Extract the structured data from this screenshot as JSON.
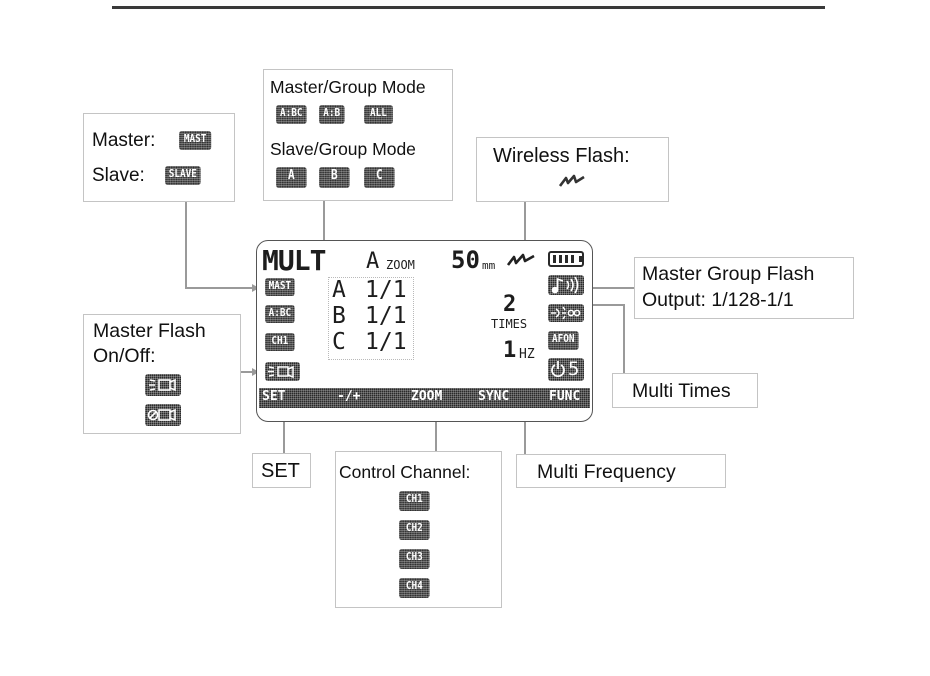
{
  "lcd": {
    "mode": "MULT",
    "zoom_mode": "A",
    "zoom_label": "ZOOM",
    "focal_length": "50",
    "focal_unit": "mm",
    "left_icons": [
      "MAST",
      "A:BC",
      "CH1",
      "flash-on-icon"
    ],
    "groups": [
      {
        "group": "A",
        "output": "1/1"
      },
      {
        "group": "B",
        "output": "1/1"
      },
      {
        "group": "C",
        "output": "1/1"
      }
    ],
    "times_value": "2",
    "times_label": "TIMES",
    "freq_value": "1",
    "freq_unit": "HZ",
    "right_icons": [
      "battery-icon",
      "sound-icon",
      "lamp-infinity-icon",
      "AF ON",
      "power-5-icon"
    ],
    "af_on_label": "AFON",
    "power_value": "5",
    "soft_keys": [
      "SET",
      "-/+",
      "ZOOM",
      "SYNC",
      "FUNC"
    ]
  },
  "callouts": {
    "master_slave": {
      "master_label": "Master:",
      "master_chip": "MAST",
      "slave_label": "Slave:",
      "slave_chip": "SLAVE"
    },
    "group_mode": {
      "master_title": "Master/Group Mode",
      "master_chips": [
        "A:BC",
        "A:B",
        "ALL"
      ],
      "slave_title": "Slave/Group Mode",
      "slave_chips": [
        "A",
        "B",
        "C"
      ]
    },
    "wireless": {
      "title": "Wireless Flash:"
    },
    "group_output": {
      "line1": "Master Group Flash",
      "line2": "Output: 1/128-1/1"
    },
    "multi_times": {
      "label": "Multi Times"
    },
    "master_flash": {
      "line1": "Master Flash",
      "line2": "On/Off:"
    },
    "set": {
      "label": "SET"
    },
    "control_channel": {
      "title": "Control Channel:",
      "chips": [
        "CH1",
        "CH2",
        "CH3",
        "CH4"
      ]
    },
    "multi_frequency": {
      "label": "Multi Frequency"
    }
  }
}
